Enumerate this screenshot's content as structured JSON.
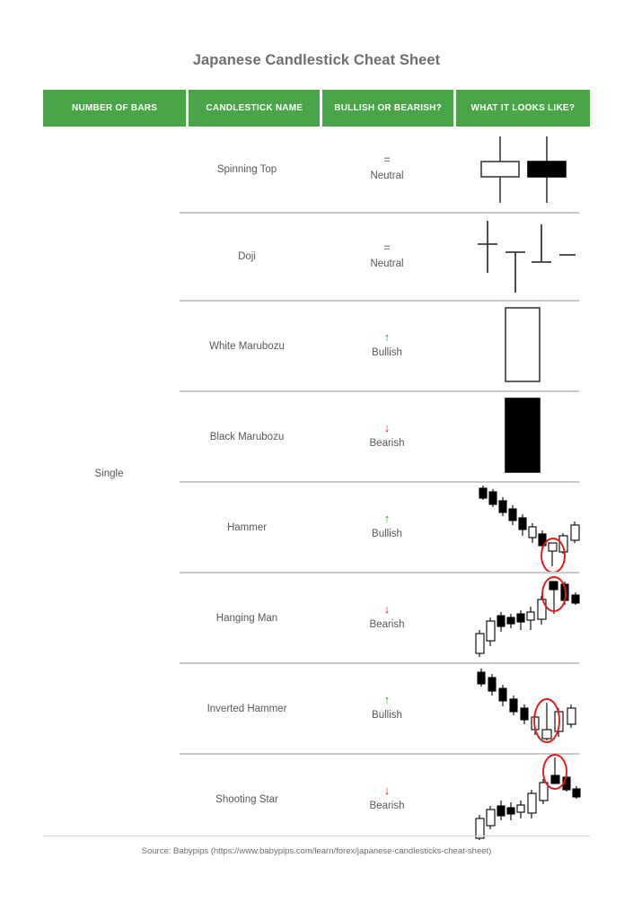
{
  "title": "Japanese Candlestick Cheat Sheet",
  "header": {
    "columns": [
      "NUMBER OF BARS",
      "CANDLESTICK NAME",
      "BULLISH OR BEARISH?",
      "WHAT IT LOOKS LIKE?"
    ]
  },
  "group_label": "Single",
  "signals": {
    "neutral": {
      "icon": "equals-icon",
      "glyph": "=",
      "label": "Neutral",
      "color": "#8e8e90"
    },
    "bullish": {
      "icon": "arrow-up-icon",
      "glyph": "↑",
      "label": "Bullish",
      "color": "#2aa02a"
    },
    "bearish": {
      "icon": "arrow-down-icon",
      "glyph": "↓",
      "label": "Bearish",
      "color": "#e01b1b"
    }
  },
  "colors": {
    "header_green": "#4aa548",
    "bullish_green": "#2aa02a",
    "bearish_red": "#e01b1b",
    "highlight_red": "#e01b1b",
    "text_gray": "#58585a",
    "title_gray": "#6f6f71",
    "divider_gray": "#c9c9c9",
    "candle_black": "#000000",
    "candle_white": "#ffffff"
  },
  "rows": [
    {
      "bars": "Single",
      "name": "Spinning Top",
      "signal": "neutral",
      "pattern": "spinning-top",
      "highlight": false
    },
    {
      "bars": "Single",
      "name": "Doji",
      "signal": "neutral",
      "pattern": "doji",
      "highlight": false
    },
    {
      "bars": "Single",
      "name": "White Marubozu",
      "signal": "bullish",
      "pattern": "white-marubozu",
      "highlight": false
    },
    {
      "bars": "Single",
      "name": "Black Marubozu",
      "signal": "bearish",
      "pattern": "black-marubozu",
      "highlight": false
    },
    {
      "bars": "Single",
      "name": "Hammer",
      "signal": "bullish",
      "pattern": "hammer",
      "highlight": true
    },
    {
      "bars": "Single",
      "name": "Hanging Man",
      "signal": "bearish",
      "pattern": "hanging-man",
      "highlight": true
    },
    {
      "bars": "Single",
      "name": "Inverted Hammer",
      "signal": "bullish",
      "pattern": "inverted-hammer",
      "highlight": true
    },
    {
      "bars": "Single",
      "name": "Shooting Star",
      "signal": "bearish",
      "pattern": "shooting-star",
      "highlight": true
    }
  ],
  "footer": "Source: Babypips (https://www.babypips.com/learn/forex/japanese-candlesticks-cheat-sheet)",
  "chart_data": {
    "type": "table",
    "title": "Japanese Candlestick Cheat Sheet",
    "columns": [
      "NUMBER OF BARS",
      "CANDLESTICK NAME",
      "BULLISH OR BEARISH?",
      "WHAT IT LOOKS LIKE?"
    ],
    "rows": [
      [
        "Single",
        "Spinning Top",
        "Neutral",
        "Small body with long upper and lower wicks; one white and one black variant shown"
      ],
      [
        "Single",
        "Doji",
        "Neutral",
        "Four doji variants: long-legged cross, gravestone, dragonfly, four-price dash"
      ],
      [
        "Single",
        "White Marubozu",
        "Bullish",
        "Tall hollow (white) body with no wicks"
      ],
      [
        "Single",
        "Black Marubozu",
        "Bearish",
        "Tall filled (black) body with no wicks"
      ],
      [
        "Single",
        "Hammer",
        "Bullish",
        "Downtrend of black candles ending in a small-bodied candle with a long lower wick, circled in red, followed by white candles"
      ],
      [
        "Single",
        "Hanging Man",
        "Bearish",
        "Uptrend of white candles topped by a small-bodied candle with a long lower wick, circled in red"
      ],
      [
        "Single",
        "Inverted Hammer",
        "Bullish",
        "Downtrend ending in a small-bodied candle with a long upper wick, circled in red"
      ],
      [
        "Single",
        "Shooting Star",
        "Bearish",
        "Uptrend topped by a small-bodied candle with a long upper wick, circled in red"
      ]
    ]
  }
}
